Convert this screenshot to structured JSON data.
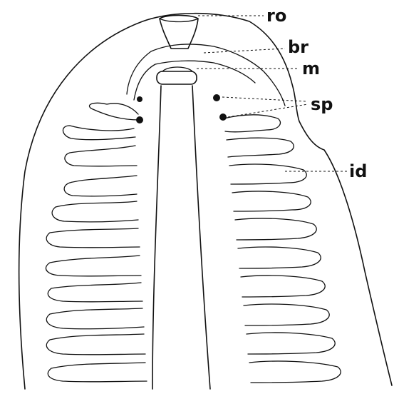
{
  "figure": {
    "labels": {
      "ro": "ro",
      "br": "br",
      "m": "m",
      "sp": "sp",
      "id": "id"
    }
  }
}
